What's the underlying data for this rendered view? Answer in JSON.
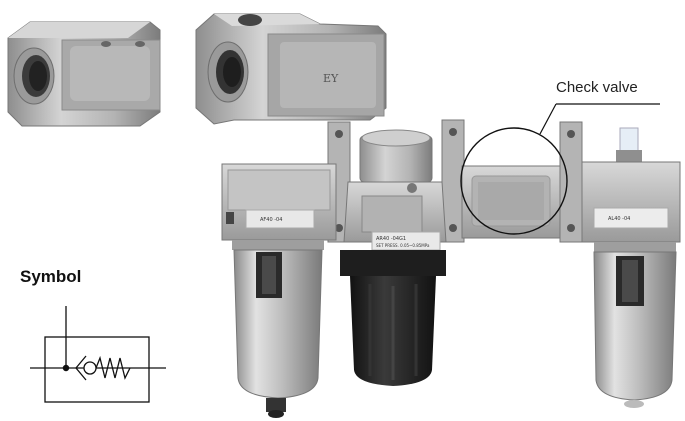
{
  "callout": {
    "label": "Check valve"
  },
  "symbol": {
    "title": "Symbol"
  },
  "part_marking": {
    "text": "EY"
  },
  "labels": {
    "filter": "AF40 -04",
    "regulator_line1": "AR40 -04G1",
    "regulator_line2": "SET PRESS. 0.05~0.85MPa",
    "lubricator": "AL40 -04"
  },
  "colors": {
    "metal_light": "#c9c9c9",
    "metal_mid": "#a8a8a8",
    "metal_dark": "#7a7a7a",
    "black_part": "#1f1f1f",
    "line": "#111111"
  }
}
